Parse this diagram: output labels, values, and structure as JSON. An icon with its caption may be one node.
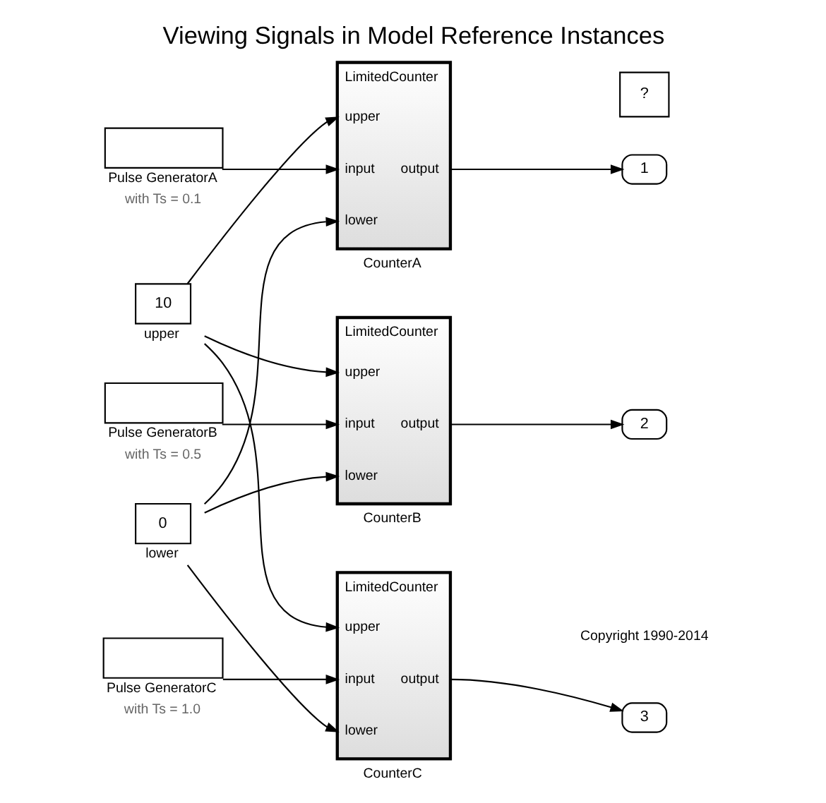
{
  "diagram": {
    "title": "Viewing Signals in Model Reference Instances",
    "caption": "Copyright 1990-2014",
    "nodes": [
      {
        "text": [
          "10"
        ],
        "beside": [
          "upper"
        ]
      },
      {
        "text": [],
        "shape": "box",
        "beside": [
          "Pulse GeneratorA",
          "with Ts = 0.1"
        ]
      },
      {
        "text": [
          "LimitedCounter",
          "upper",
          "input",
          "lower",
          "output"
        ],
        "beside": [
          "CounterA"
        ]
      },
      {
        "text": [
          "1"
        ]
      },
      {
        "text": [],
        "shape": "box",
        "beside": [
          "Pulse GeneratorB",
          "with Ts = 0.5"
        ]
      },
      {
        "text": [
          "LimitedCounter",
          "upper",
          "input",
          "lower",
          "output"
        ],
        "beside": [
          "CounterB"
        ]
      },
      {
        "text": [
          "2"
        ]
      },
      {
        "text": [],
        "shape": "box",
        "beside": [
          "Pulse GeneratorC",
          "with Ts = 1.0"
        ]
      },
      {
        "text": [
          "LimitedCounter",
          "upper",
          "input",
          "lower",
          "output"
        ],
        "beside": [
          "CounterC"
        ]
      },
      {
        "text": [
          "3"
        ]
      },
      {
        "text": [
          "0"
        ],
        "beside": [
          "lower"
        ]
      },
      {
        "text": [
          "?"
        ]
      }
    ],
    "edges": [
      {
        "from": 0,
        "to": 2,
        "arrow": "to"
      },
      {
        "from": 1,
        "to": 2,
        "arrow": "to"
      },
      {
        "from": 10,
        "to": 2,
        "arrow": "to"
      },
      {
        "from": 2,
        "to": 3,
        "arrow": "to"
      },
      {
        "from": 0,
        "to": 5,
        "arrow": "to"
      },
      {
        "from": 4,
        "to": 5,
        "arrow": "to"
      },
      {
        "from": 10,
        "to": 5,
        "arrow": "to"
      },
      {
        "from": 5,
        "to": 6,
        "arrow": "to"
      },
      {
        "from": 0,
        "to": 8,
        "arrow": "to"
      },
      {
        "from": 7,
        "to": 8,
        "arrow": "to"
      },
      {
        "from": 10,
        "to": 8,
        "arrow": "to"
      },
      {
        "from": 8,
        "to": 9,
        "arrow": "to"
      }
    ]
  }
}
